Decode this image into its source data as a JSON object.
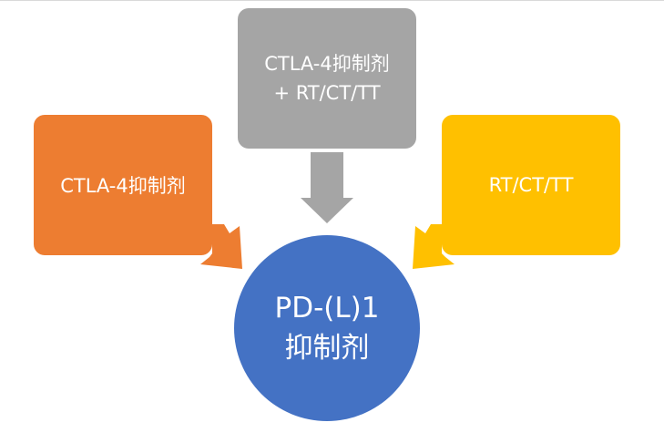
{
  "diagram": {
    "left_box": {
      "label": "CTLA-4抑制剂"
    },
    "top_box": {
      "line1": "CTLA-4抑制剂",
      "line2": "+ RT/CT/TT"
    },
    "right_box": {
      "label": "RT/CT/TT"
    },
    "center_circle": {
      "line1": "PD-(L)1",
      "line2": "抑制剂"
    }
  },
  "colors": {
    "left_box": "#ed7d31",
    "top_box": "#a5a5a5",
    "right_box": "#ffc000",
    "center_circle": "#4472c4",
    "text": "#ffffff"
  },
  "arrows": [
    {
      "from": "left_box",
      "to": "center_circle"
    },
    {
      "from": "top_box",
      "to": "center_circle"
    },
    {
      "from": "right_box",
      "to": "center_circle"
    }
  ]
}
